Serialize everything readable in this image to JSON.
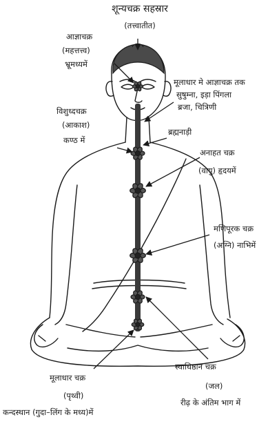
{
  "labels": {
    "sahasrara": "शून्यचक्र सहस्रार",
    "sahasrara_sub": "(तत्त्वातीत)",
    "ajna": "आज्ञाचक्र",
    "ajna_element": "(महत्तत्त्व)",
    "ajna_place": "भ्रूमध्यमें",
    "nadis_line1": "मूलाधार मे आज्ञाचक्र तक",
    "nadis_line2": "सुषुम्ना, इड़ा पिंगला",
    "nadis_line3": "ब्रजा, चित्रिणी",
    "vishuddha": "विशुध्दचक्र",
    "vishuddha_element": "(आकाश)",
    "vishuddha_place": "कण्ठ में",
    "brahmanadi": "ब्रह्मनाड़ी",
    "anahata": "अनाहत चक्र",
    "anahata_place": "(वायु) हृदयमें",
    "manipura": "मणिपूरक चक्र",
    "manipura_place": "(अग्नि) नाभिमें",
    "svadhishthana": "स्वाधिष्ठान चक्र",
    "svadhishthana_element": "(जल)",
    "svadhishthana_place": "रीढ़ के अंतिम भाग में",
    "muladhara": "मूलाधार चक्र",
    "muladhara_element": "(पृथ्वी)",
    "muladhara_place": "कन्दस्थान (गुदा–लिंग के मध्य)में"
  },
  "colors": {
    "ink": "#1a1a1a",
    "hair": "#4a4a4a",
    "spine": "#3a3a3a",
    "chakra_fill": "#555555"
  },
  "icons": {
    "arrow": "arrow-icon",
    "chakra": "lotus-chakra-icon"
  }
}
